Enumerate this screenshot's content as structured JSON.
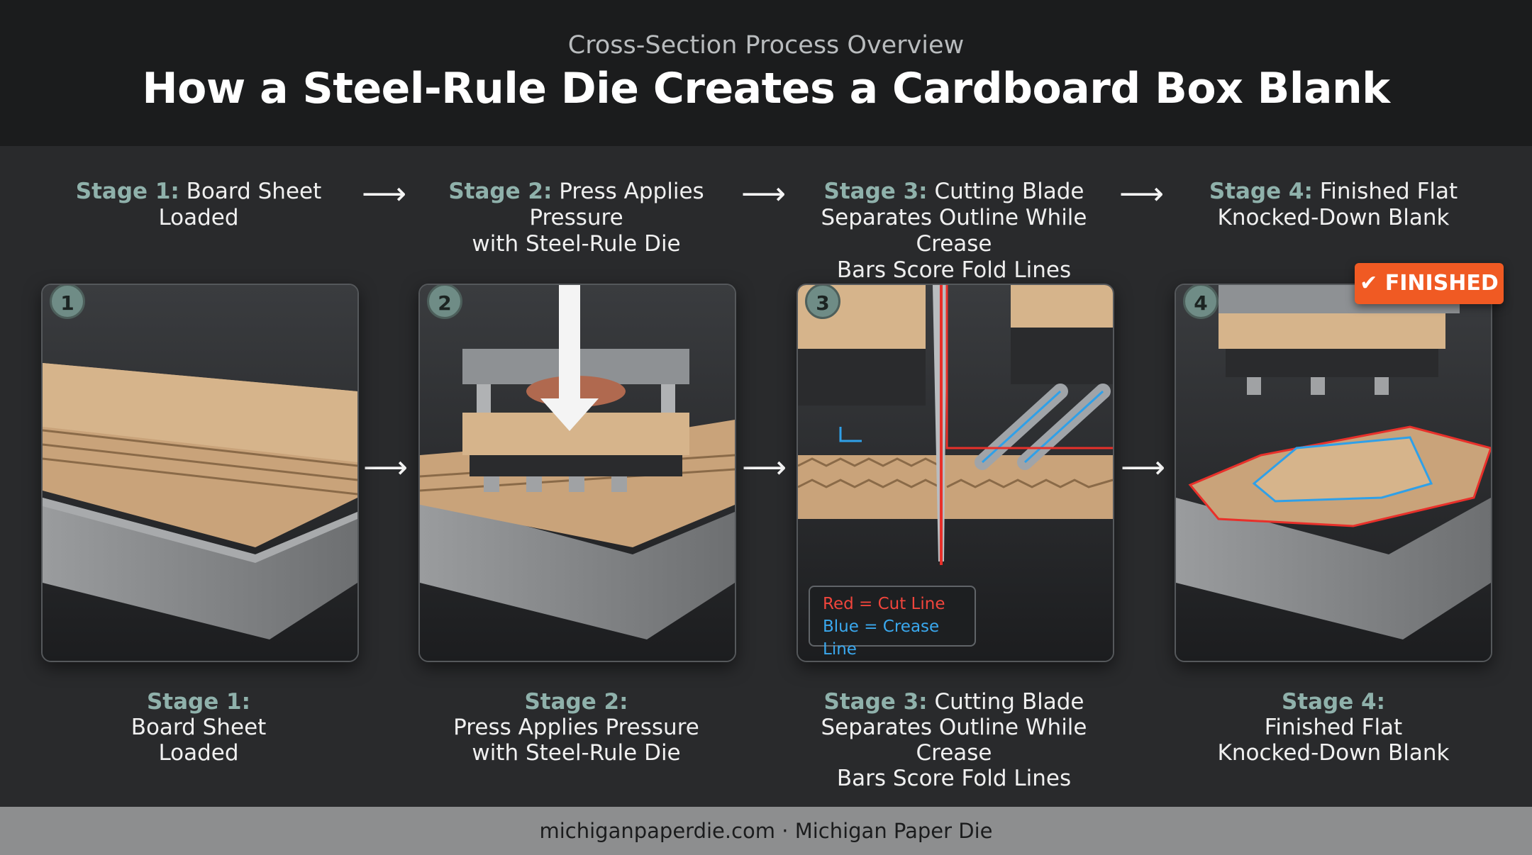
{
  "header": {
    "subtitle": "Cross-Section Process Overview",
    "title": "How a Steel-Rule Die Creates a Cardboard Box Blank"
  },
  "stages": [
    {
      "number": "1",
      "label": "Stage 1:",
      "top_line1": "Board Sheet Loaded",
      "top_line2": "",
      "top_line3": "",
      "bottom_line1": "Board Sheet",
      "bottom_line2": "Loaded",
      "bottom_line3": ""
    },
    {
      "number": "2",
      "label": "Stage 2:",
      "top_line1": "Press Applies Pressure",
      "top_line2": "with Steel-Rule Die",
      "top_line3": "",
      "bottom_line1": "Press Applies Pressure",
      "bottom_line2": "with Steel-Rule Die",
      "bottom_line3": ""
    },
    {
      "number": "3",
      "label": "Stage 3:",
      "top_line1": "Cutting Blade",
      "top_line2": "Separates Outline While Crease",
      "top_line3": "Bars Score Fold Lines",
      "bottom_line1": "Cutting Blade",
      "bottom_line2": "Separates Outline While Crease",
      "bottom_line3": "Bars Score Fold Lines"
    },
    {
      "number": "4",
      "label": "Stage 4:",
      "top_line1": "Finished Flat",
      "top_line2": "Knocked-Down Blank",
      "top_line3": "",
      "bottom_line1": "Finished Flat",
      "bottom_line2": "Knocked-Down Blank",
      "bottom_line3": ""
    }
  ],
  "legend": {
    "red_label": "Red = Cut Line",
    "blue_label": "Blue = Crease Line"
  },
  "badge": {
    "label": "FINISHED",
    "icon": "checkmark-icon"
  },
  "footer": {
    "text": "michiganpaperdie.com · Michigan Paper Die"
  },
  "colors": {
    "accent_teal": "#8fb1ab",
    "cut_line_red": "#e8302a",
    "crease_line_blue": "#2fa0e8",
    "badge_orange": "#f05a23"
  }
}
